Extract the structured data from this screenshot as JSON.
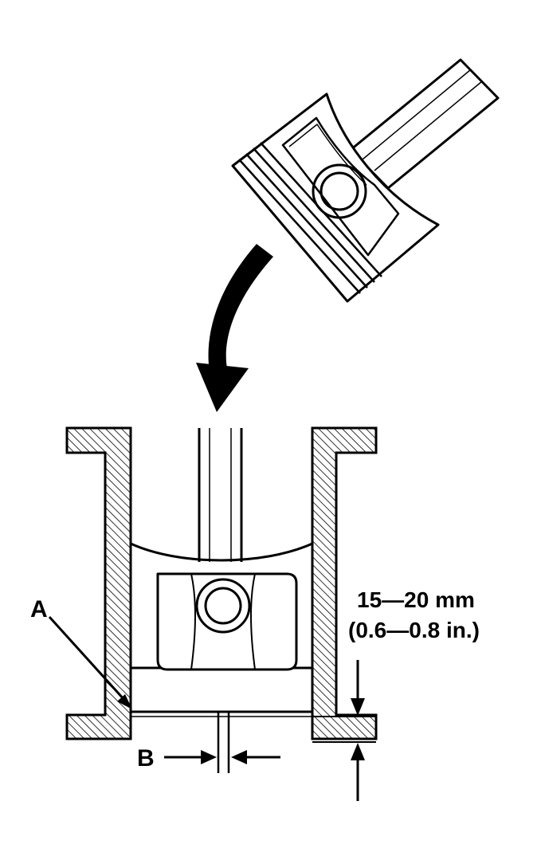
{
  "labels": {
    "part_a": "A",
    "part_b": "B",
    "dimension_mm": "15—20 mm",
    "dimension_in": "(0.6—0.8 in.)"
  }
}
